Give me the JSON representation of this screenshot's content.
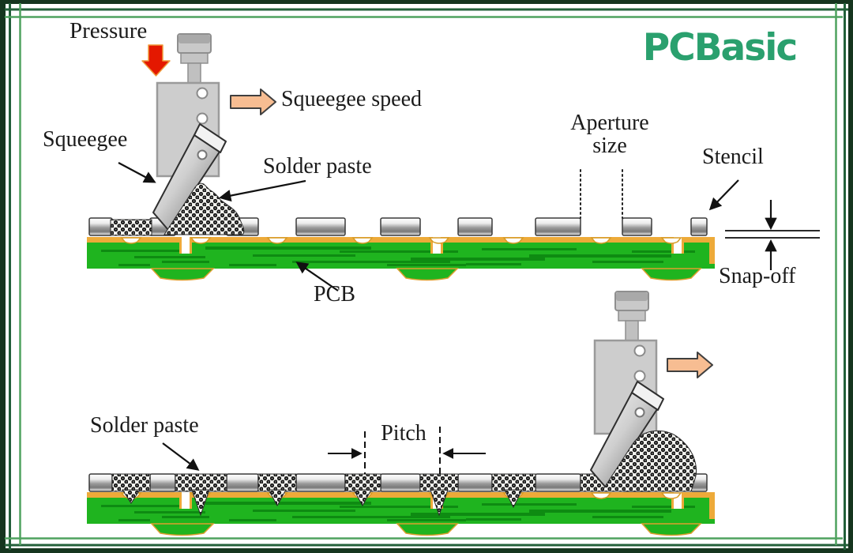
{
  "logo": {
    "text": "PCBasic"
  },
  "top": {
    "pressure": "Pressure",
    "squeegee_speed": "Squeegee speed",
    "squeegee": "Squeegee",
    "solder_paste": "Solder paste",
    "aperture_line1": "Aperture",
    "aperture_line2": "size",
    "stencil": "Stencil",
    "snap_off": "Snap-off",
    "pcb": "PCB"
  },
  "bottom": {
    "solder_paste": "Solder paste",
    "pitch": "Pitch"
  },
  "colors": {
    "logo_green": "#2aa06e",
    "pcb_green": "#1fb41f",
    "pcb_stripe_green": "#0e8b12",
    "pad_gold": "#edaa39",
    "pressure_arrow_red": "#e41800",
    "speed_arrow_peach": "#f7bd92",
    "frame_dark_green": "#16351f",
    "frame_mid_green": "#23603a",
    "frame_light_green": "#4fa25f",
    "stencil_gray": "#b5b5b5"
  }
}
